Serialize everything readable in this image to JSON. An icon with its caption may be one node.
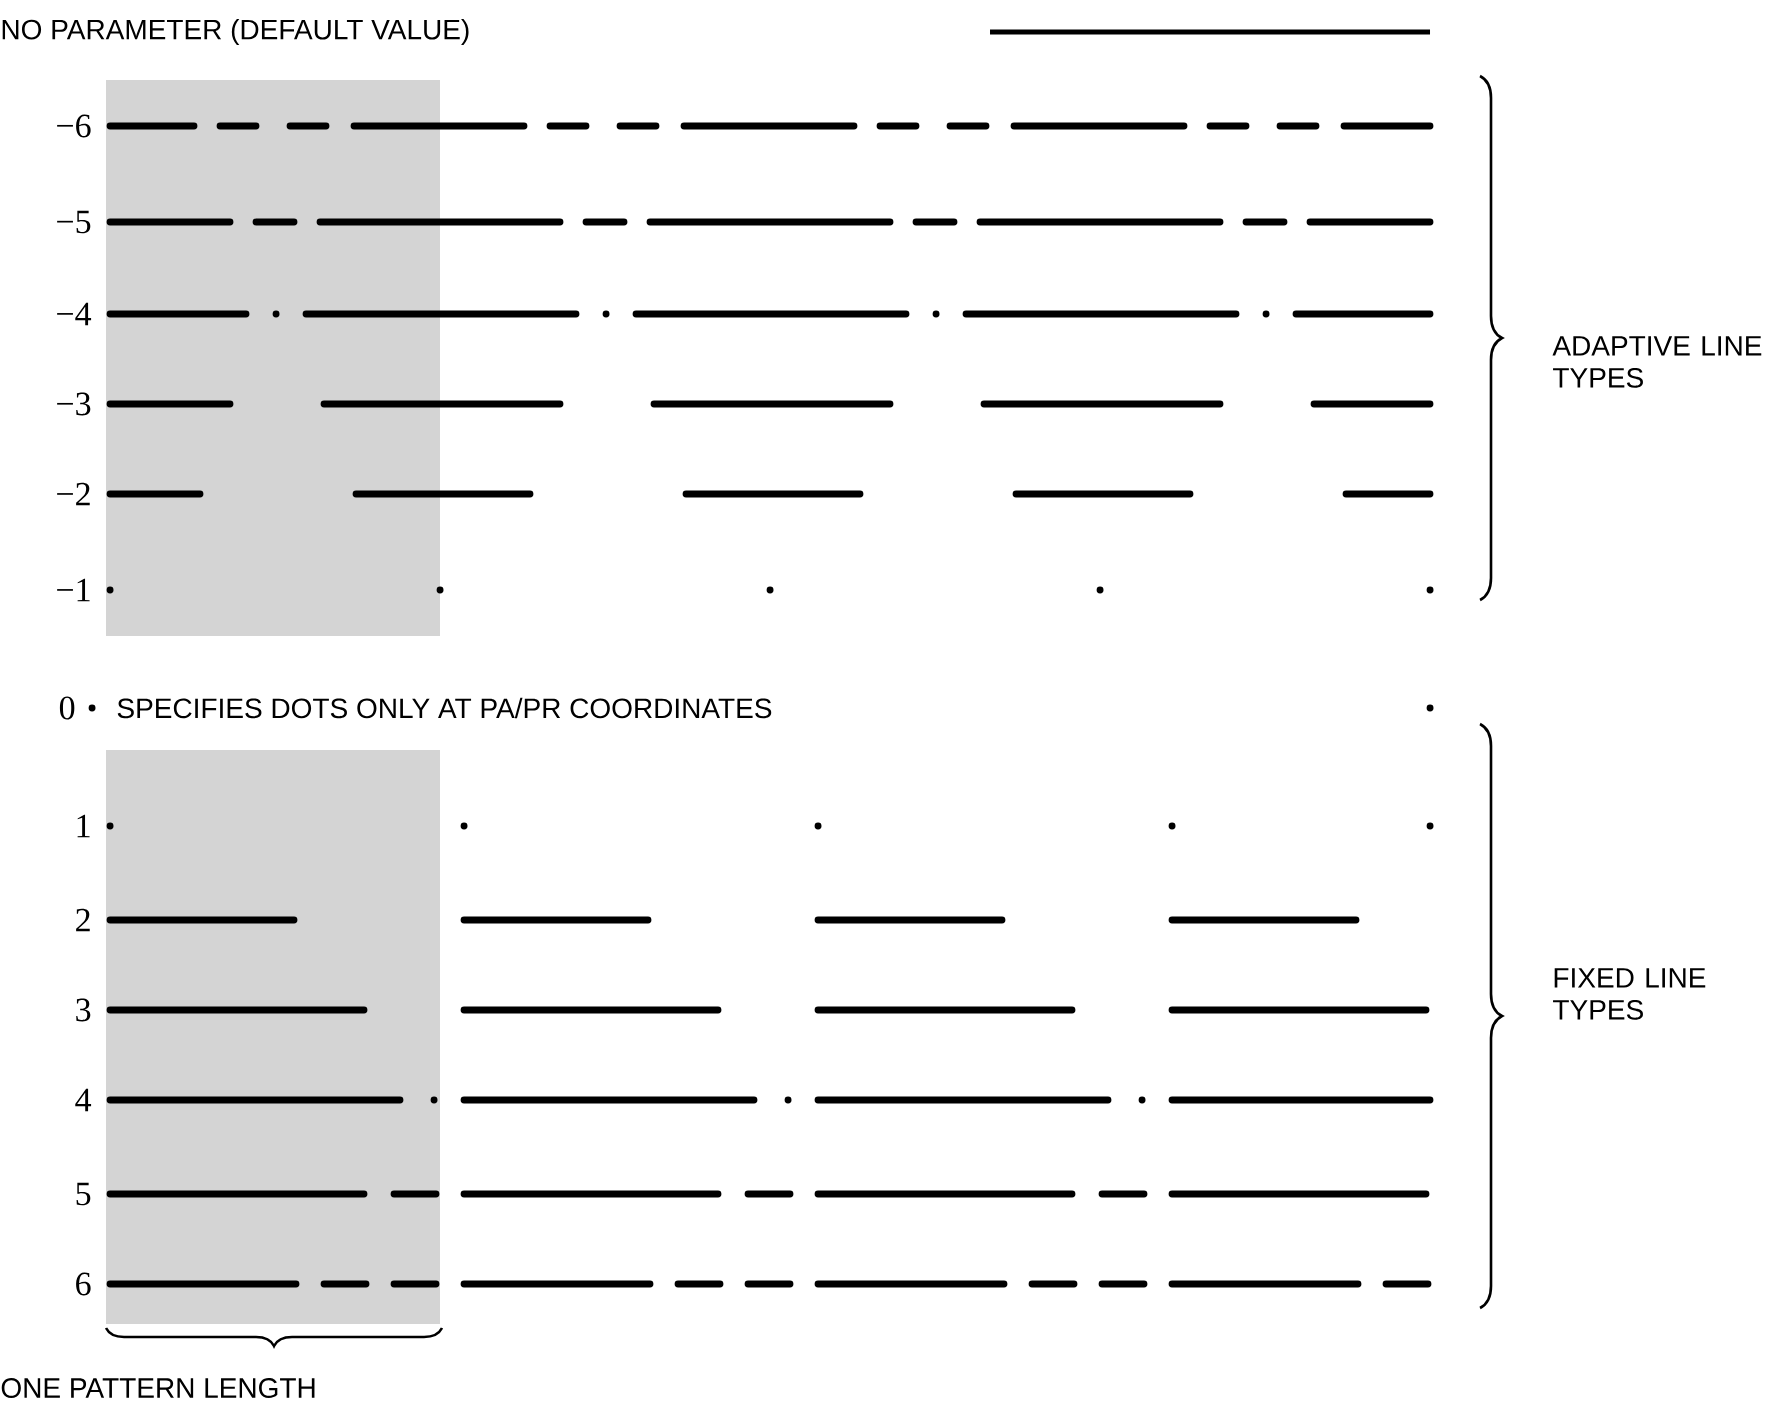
{
  "diagram": {
    "labels": [
      "NO PARAMETER (DEFAULT VALUE)",
      "−6",
      "−5",
      "−4",
      "−3",
      "−2",
      "−1",
      "ADAPTIVE LINE TYPES",
      "0",
      "SPECIFIES DOTS ONLY AT PA/PR COORDINATES",
      "1",
      "2",
      "3",
      "4",
      "5",
      "6",
      "FIXED LINE TYPES",
      "ONE PATTERN LENGTH"
    ]
  }
}
